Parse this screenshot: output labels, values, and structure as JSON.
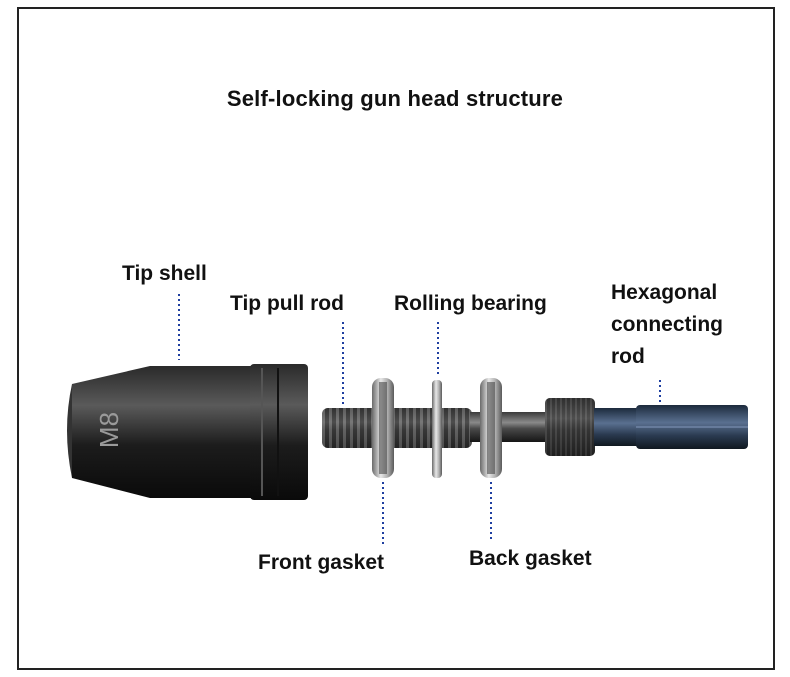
{
  "title": "Self-locking gun head structure",
  "labels": {
    "tip_shell": "Tip shell",
    "tip_pull_rod": "Tip pull rod",
    "rolling_bearing": "Rolling bearing",
    "hex_line1": "Hexagonal",
    "hex_line2": "connecting",
    "hex_line3": "rod",
    "front_gasket": "Front gasket",
    "back_gasket": "Back gasket"
  },
  "engraving": "M8",
  "colors": {
    "leader": "#1f3fa0",
    "text": "#111111",
    "frame": "#222222"
  }
}
